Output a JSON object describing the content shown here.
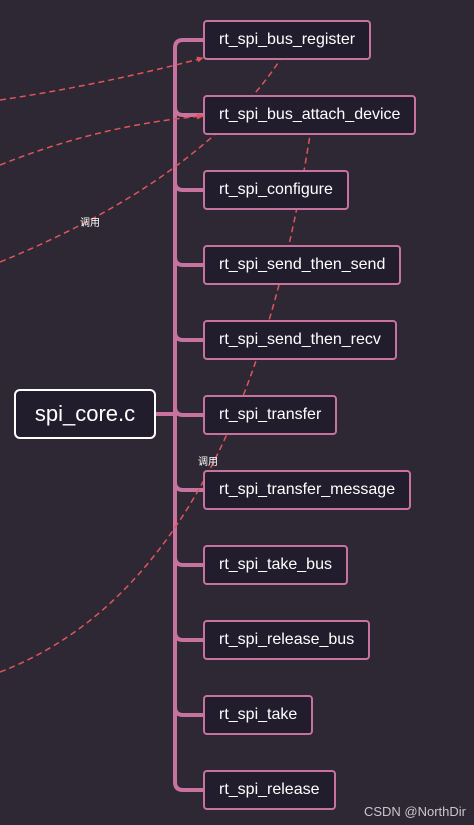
{
  "root": {
    "label": "spi_core.c"
  },
  "functions": [
    "rt_spi_bus_register",
    "rt_spi_bus_attach_device",
    "rt_spi_configure",
    "rt_spi_send_then_send",
    "rt_spi_send_then_recv",
    "rt_spi_transfer",
    "rt_spi_transfer_message",
    "rt_spi_take_bus",
    "rt_spi_release_bus",
    "rt_spi_take",
    "rt_spi_release"
  ],
  "annotations": [
    "调用",
    "调用"
  ],
  "watermark": "CSDN @NorthDir",
  "colors": {
    "background": "#2d2833",
    "branch": "#c7729f",
    "dashed_arrow": "#e0555a",
    "node_fill": "#221d2c"
  }
}
